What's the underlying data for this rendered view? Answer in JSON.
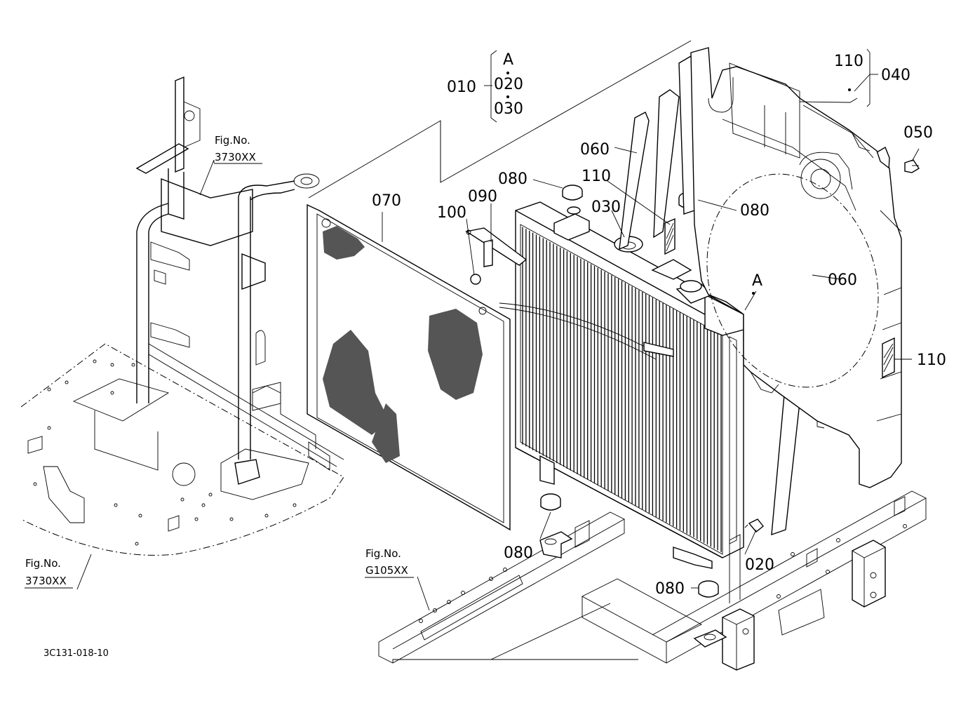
{
  "callouts": {
    "c010": "010",
    "cA_top": "A",
    "c020_top": "020",
    "c030_top": "030",
    "c110_top": "110",
    "c040": "040",
    "c050": "050",
    "c060_left": "060",
    "c080_top": "080",
    "c110_mid": "110",
    "c030_mid": "030",
    "c080_right": "080",
    "c070": "070",
    "c090": "090",
    "c100": "100",
    "cA_mid": "A",
    "c060_right": "060",
    "c110_right": "110",
    "c080_bottom": "080",
    "c020_bottom": "020",
    "c080_low": "080"
  },
  "figrefs": {
    "top_label": "Fig.No.",
    "top_number": "3730XX",
    "left_label": "Fig.No.",
    "left_number": "3730XX",
    "bottom_label": "Fig.No.",
    "bottom_number": "G105XX"
  },
  "drawing_code": "3C131-018-10"
}
